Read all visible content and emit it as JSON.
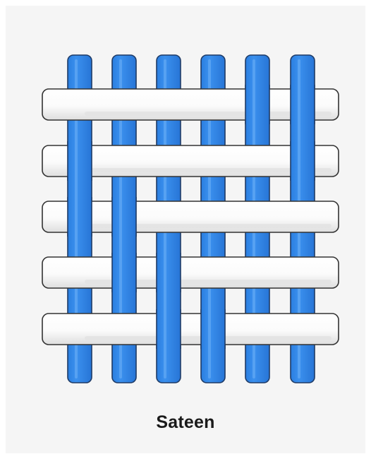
{
  "caption": "Sateen",
  "weave": {
    "warp_count": 6,
    "weft_count": 5,
    "warp_color": "#2f86e8",
    "warp_edge_color": "#1f3b66",
    "weft_color": "#ffffff",
    "weft_shade_color": "#e2e2e2",
    "weft_edge_color": "#333333",
    "warp_over": [
      [
        false,
        false,
        false,
        false,
        true,
        true
      ],
      [
        true,
        false,
        false,
        false,
        false,
        true
      ],
      [
        true,
        true,
        false,
        false,
        false,
        false
      ],
      [
        false,
        true,
        true,
        false,
        false,
        false
      ],
      [
        false,
        false,
        true,
        true,
        false,
        false
      ]
    ]
  }
}
